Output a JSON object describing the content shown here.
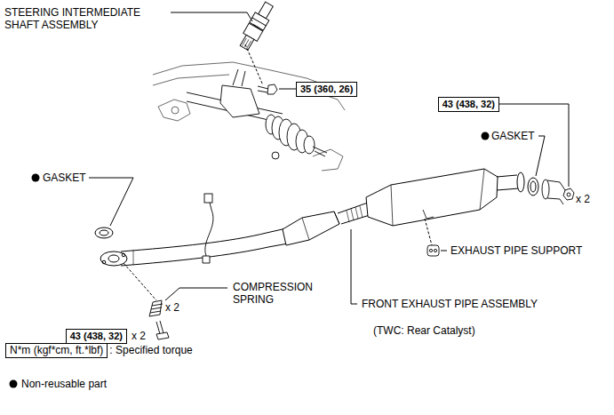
{
  "diagram": {
    "nodes": [
      {
        "text": [
          "35 (360, 26)"
        ]
      },
      {
        "text": [
          "43 (438, 32)"
        ]
      },
      {
        "text": [
          "43 (438, 32)"
        ]
      },
      {
        "text": [
          "N*m (kgf*cm, ft.*lbf)"
        ]
      }
    ],
    "labels": [
      "STEERING INTERMEDIATE SHAFT ASSEMBLY",
      "GASKET",
      "x 2",
      "EXHAUST PIPE SUPPORT",
      "GASKET",
      "COMPRESSION SPRING",
      "x 2",
      "FRONT EXHAUST PIPE ASSEMBLY",
      "x 2",
      "(TWC: Rear Catalyst)",
      ": Specified torque"
    ],
    "legend": [
      {
        "text": "Non-reusable part"
      }
    ]
  }
}
